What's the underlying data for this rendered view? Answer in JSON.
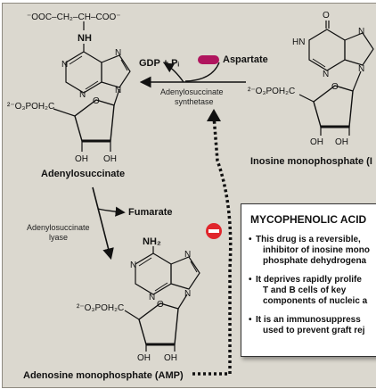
{
  "adenylosuccinate": {
    "succinyl_group": "⁻OOC–CH₂–CH–COO⁻",
    "nh": "NH",
    "phosphate": "²⁻O₃POH₂C",
    "oh_left": "OH",
    "oh_right": "OH",
    "label": "Adenylosuccinate",
    "ring_n": [
      "N",
      "N",
      "N",
      "N"
    ]
  },
  "imp": {
    "carbonyl_o": "O",
    "hn": "HN",
    "phosphate": "²⁻O₃POH₂C",
    "oh_left": "OH",
    "oh_right": "OH",
    "label": "Inosine monophosphate (I",
    "ring_n": [
      "N",
      "N",
      "N"
    ]
  },
  "amp": {
    "nh2": "NH₂",
    "phosphate": "²⁻O₃POH₂C",
    "oh_left": "OH",
    "oh_right": "OH",
    "label": "Adenosine monophosphate (AMP)",
    "ring_n": [
      "N",
      "N",
      "N",
      "N"
    ]
  },
  "reaction1": {
    "gdp": "GDP + Pᵢ",
    "aspartate": "Aspartate",
    "enzyme_line1": "Adenylosuccinate",
    "enzyme_line2": "synthetase",
    "ring_o": "O"
  },
  "reaction2": {
    "fumarate": "Fumarate",
    "enzyme_line1": "Adenylosuccinate",
    "enzyme_line2": "lyase"
  },
  "inhibition_symbol": "−",
  "drug_box": {
    "title": "MYCOPHENOLIC ACID",
    "bullet1_lines": [
      "This drug is a reversible,",
      "inhibitor of inosine mono",
      "phosphate dehydrogena"
    ],
    "bullet2_lines": [
      "It deprives rapidly prolife",
      "T and B cells of key",
      "components of nucleic a"
    ],
    "bullet3_lines": [
      "It is an immunosuppress",
      "used to prevent graft rej"
    ]
  },
  "colors": {
    "panel": "#dbd8cf",
    "aspartate_pill": "#b0155e",
    "inhibition_red": "#e0262c",
    "dotted_arrow": "#111111"
  }
}
